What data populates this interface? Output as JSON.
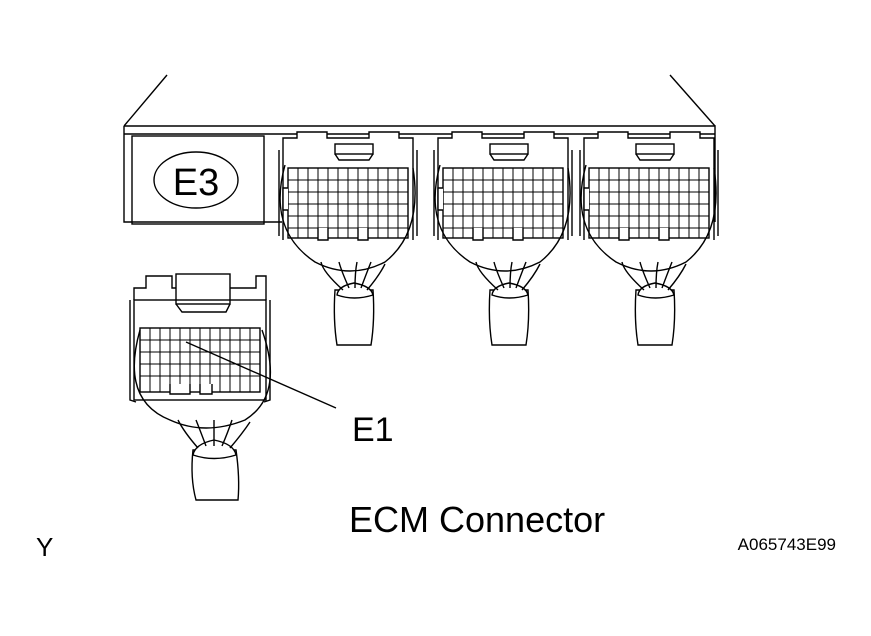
{
  "labels": {
    "ecu_tag": "E3",
    "pointer_label": "E1",
    "caption": "ECM Connector",
    "corner_letter": "Y",
    "figure_code": "A065743E99"
  }
}
